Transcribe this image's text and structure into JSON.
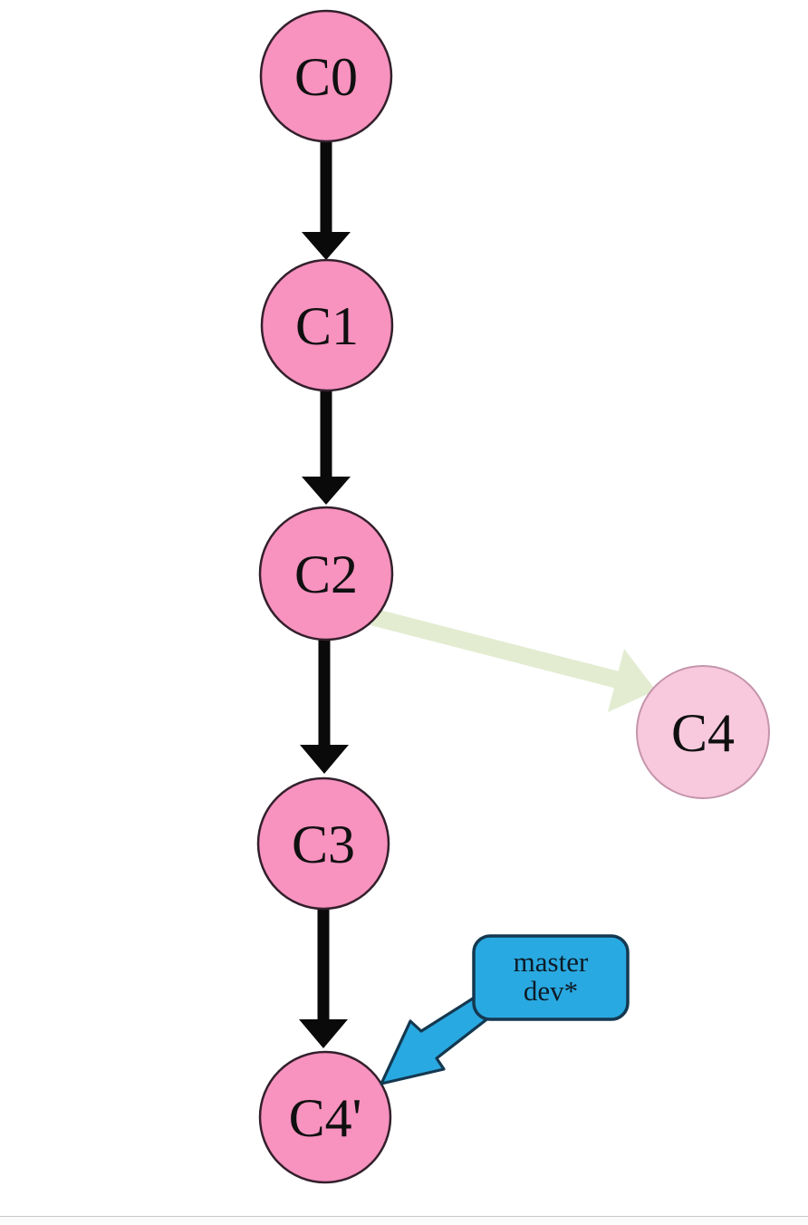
{
  "diagram": {
    "nodes": [
      {
        "label": "C0"
      },
      {
        "label": "C1"
      },
      {
        "label": "C2"
      },
      {
        "label": "C3"
      },
      {
        "label": "C4"
      },
      {
        "label": "C4'"
      }
    ],
    "branch_label": {
      "line1": "master",
      "line2": "dev*"
    },
    "colors": {
      "node_fill": "#f892bf",
      "node_fill_faded": "#f8c9dd",
      "node_border": "#33202c",
      "node_border_faded": "#c495ab",
      "commit_arrow": "#0a0a0a",
      "abandoned_arrow": "#e3ecd1",
      "branch_label_fill": "#29a9e1",
      "branch_label_border": "#143850"
    }
  }
}
